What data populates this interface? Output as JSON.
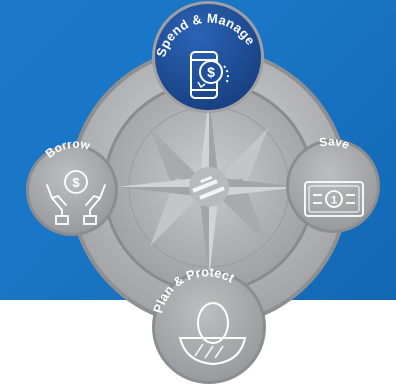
{
  "nodes": {
    "top": {
      "label": "Spend & Manage",
      "icon": "mobile-phone-dollar-icon",
      "active": true
    },
    "left": {
      "label": "Borrow",
      "icon": "hands-dollar-icon"
    },
    "right": {
      "label": "Save",
      "icon": "dollar-bill-icon"
    },
    "bottom": {
      "label": "Plan & Protect",
      "icon": "nest-egg-icon"
    }
  },
  "center": {
    "icon": "compass-rose-logo-icon"
  },
  "colors": {
    "background_blue": "#1a76c6",
    "active_node": "#1d4f9a",
    "inactive_node": "#a9aaac",
    "disc": "#b4b5b7",
    "white": "#ffffff"
  }
}
